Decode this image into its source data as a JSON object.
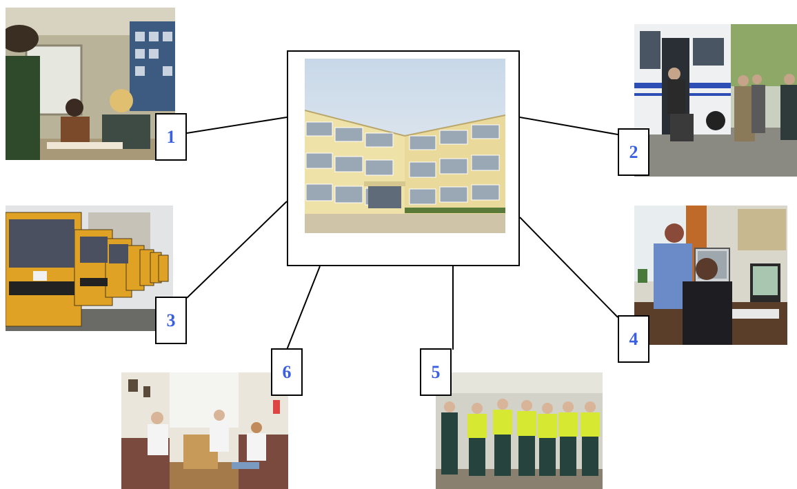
{
  "center": {
    "name": "school-building-photo"
  },
  "nodes": [
    {
      "number": "1"
    },
    {
      "number": "2"
    },
    {
      "number": "3"
    },
    {
      "number": "4"
    },
    {
      "number": "5"
    },
    {
      "number": "6"
    }
  ],
  "colors": {
    "number_text": "#3a5fe0",
    "frame": "#000000",
    "background": "#ffffff"
  }
}
